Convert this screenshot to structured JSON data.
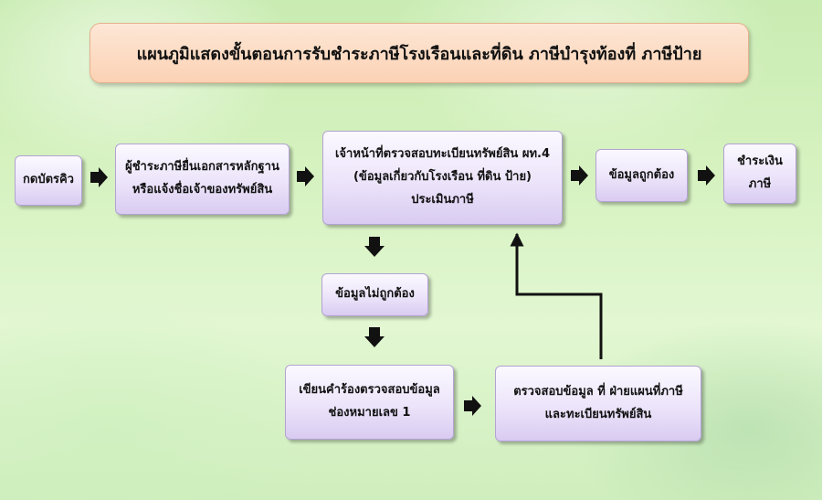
{
  "title": "แผนภูมิแสดงขั้นตอนการรับชำระภาษีโรงเรือนและที่ดิน  ภาษีบำรุงท้องที่  ภาษีป้าย",
  "boxes": {
    "queue": {
      "lines": [
        "กดบัตรคิว"
      ]
    },
    "submit_docs": {
      "lines": [
        "ผู้ชำระภาษียื่นเอกสารหลักฐาน",
        "หรือแจ้งชื่อเจ้าของทรัพย์สิน"
      ]
    },
    "officer_check": {
      "lines": [
        "เจ้าหน้าที่ตรวจสอบทะเบียนทรัพย์สิน ผท.4",
        "(ข้อมูลเกี่ยวกับโรงเรือน  ที่ดิน  ป้าย)",
        "ประเมินภาษี"
      ]
    },
    "data_correct": {
      "lines": [
        "ข้อมูลถูกต้อง"
      ]
    },
    "pay_tax": {
      "lines": [
        "ชำระเงิน",
        "ภาษี"
      ]
    },
    "data_incorrect": {
      "lines": [
        "ข้อมูลไม่ถูกต้อง"
      ]
    },
    "write_request": {
      "lines": [
        "เขียนคำร้องตรวจสอบข้อมูล",
        "ช่องหมายเลข 1"
      ]
    },
    "verify_data": {
      "lines": [
        "ตรวจสอบข้อมูล ที่ ฝ่ายแผนที่ภาษี",
        "และทะเบียนทรัพย์สิน"
      ]
    }
  },
  "colors": {
    "title_fill": "#fbd2b4",
    "box_fill": "#ece4fa",
    "box_border": "#b3a2d3",
    "arrow": "#111111"
  }
}
